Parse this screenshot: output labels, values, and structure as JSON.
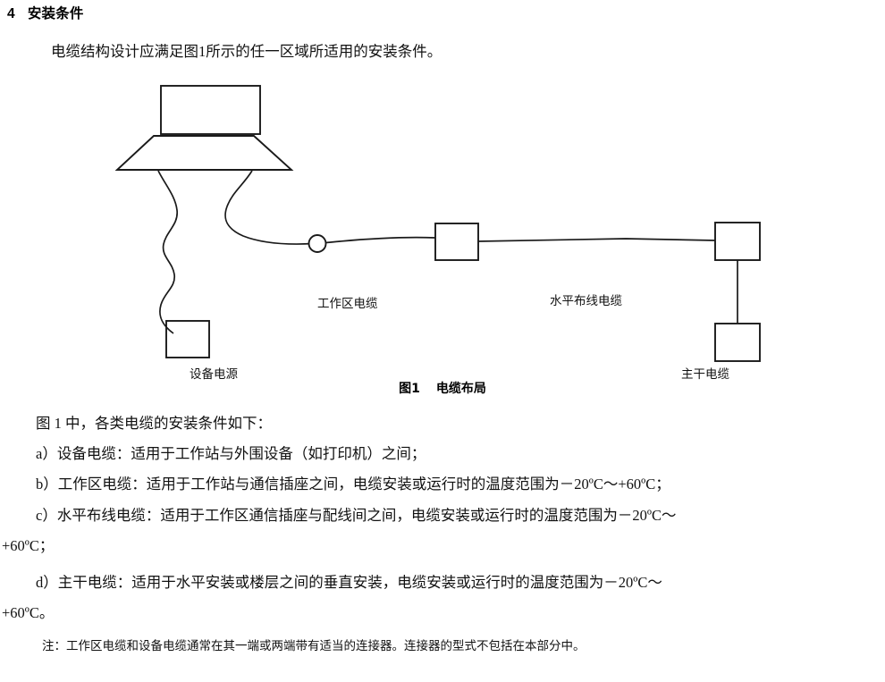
{
  "heading": {
    "number": "4",
    "title": "安装条件"
  },
  "intro": "电缆结构设计应满足图1所示的任一区域所适用的安装条件。",
  "figure": {
    "caption_label": "图1",
    "caption_title": "电缆布局",
    "labels": {
      "work_area_cable": "工作区电缆",
      "equipment_power": "设备电源",
      "horizontal_cable": "水平布线电缆",
      "backbone_cable": "主干电缆"
    },
    "shapes": {
      "laptop_screen": "laptop-screen-rect",
      "laptop_base": "laptop-base-trapezoid",
      "power_box": "power-supply-box",
      "telecom_outlet": "telecommunications-outlet-box",
      "floor_distributor": "floor-distributor-box",
      "building_distributor": "building-distributor-box",
      "connector_circle": "connector-circle"
    }
  },
  "body": {
    "lead": "图 1 中，各类电缆的安装条件如下：",
    "items": [
      "a）设备电缆：适用于工作站与外围设备（如打印机）之间；",
      "b）工作区电缆：适用于工作站与通信插座之间，电缆安装或运行时的温度范围为－20ºC～+60ºC；",
      "c）水平布线电缆：适用于工作区通信插座与配线间之间，电缆安装或运行时的温度范围为－20ºC～",
      "+60ºC；",
      "d）主干电缆：适用于水平安装或楼层之间的垂直安装，电缆安装或运行时的温度范围为－20ºC～",
      "+60ºC。"
    ]
  },
  "note": "注：工作区电缆和设备电缆通常在其一端或两端带有适当的连接器。连接器的型式不包括在本部分中。",
  "colors": {
    "ink": "#000000",
    "page_background": "#ffffff",
    "line": "#1a1a1a"
  }
}
